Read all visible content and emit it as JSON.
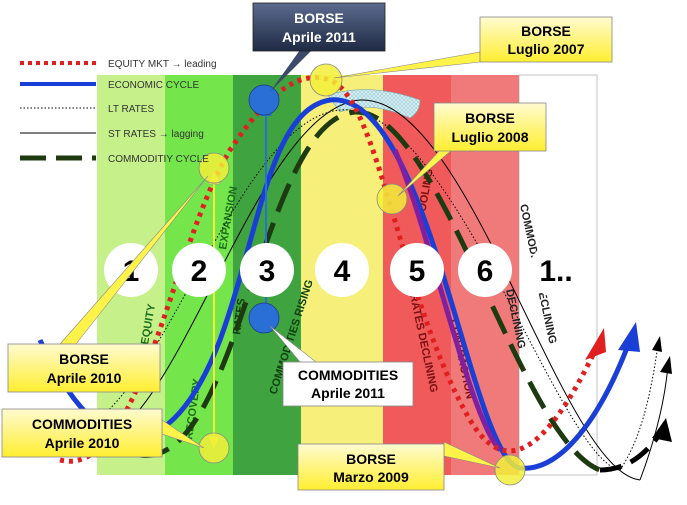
{
  "legend": [
    {
      "label": "EQUITY MKT → leading",
      "color": "#e02020",
      "style": "dots"
    },
    {
      "label": "ECONOMIC CYCLE",
      "color": "#1a3fd6",
      "style": "solid-thick"
    },
    {
      "label": "LT RATES",
      "color": "#000000",
      "style": "dotted-thin"
    },
    {
      "label": "ST RATES → lagging",
      "color": "#000000",
      "style": "solid-thin"
    },
    {
      "label": "COMMODITIY CYCLE",
      "color": "#000000",
      "style": "dash-thick"
    }
  ],
  "phases": [
    {
      "num": "1",
      "color": "#c6f08a"
    },
    {
      "num": "2",
      "color": "#74e64c"
    },
    {
      "num": "3",
      "color": "#3fa33f"
    },
    {
      "num": "4",
      "color": "#f6f07a"
    },
    {
      "num": "5",
      "color": "#f05a5a"
    },
    {
      "num": "6",
      "color": "#f07a7a"
    },
    {
      "num": "1..",
      "color": "#ffffff"
    }
  ],
  "phase_labels": {
    "recovery": "RECOVERY",
    "expansion": "EXPANSION",
    "rates": "RATES",
    "commodities_rising": "COMMODITIES RISING",
    "cooling": "COOLING",
    "rates_declining": "RATES DECLINING",
    "contraction": "CONTRACTION",
    "declining": "DECLINING",
    "commodities_declining": "COMMODITIES DECLINING",
    "equity": "EQUITY"
  },
  "callouts": {
    "borse_apr_2011": [
      "BORSE",
      "Aprile 2011"
    ],
    "borse_lug_2007": [
      "BORSE",
      "Luglio 2007"
    ],
    "borse_lug_2008": [
      "BORSE",
      "Luglio 2008"
    ],
    "borse_apr_2010": [
      "BORSE",
      "Aprile 2010"
    ],
    "commodities_apr_2010": [
      "COMMODITIES",
      "Aprile 2010"
    ],
    "commodities_apr_2011": [
      "COMMODITIES",
      "Aprile 2011"
    ],
    "borse_mar_2009": [
      "BORSE",
      "Marzo 2009"
    ]
  },
  "colors": {
    "equity": "#e02020",
    "economic": "#1a3fd6",
    "commodity": "#2d5a1e",
    "callout_fill": "#fff34a",
    "callout_dark": "#3b4a6b",
    "marker_yellow": "#f2ee3a",
    "marker_blue": "#2a6fd6"
  }
}
